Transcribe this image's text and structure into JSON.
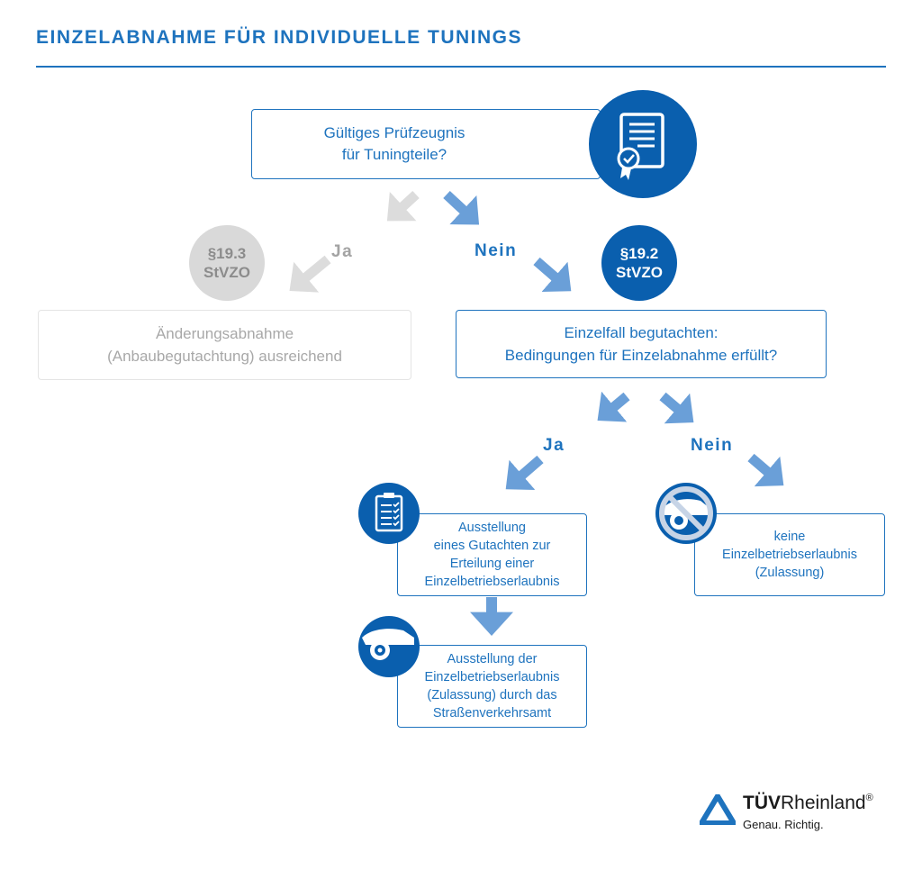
{
  "header": {
    "title": "EINZELABNAHME FÜR INDIVIDUELLE TUNINGS"
  },
  "colors": {
    "brand_blue": "#1e73be",
    "dark_blue": "#0a5fae",
    "arrow_blue": "#6a9fd8",
    "grey": "#d9d9d9",
    "grey_text": "#a8a8a8"
  },
  "question": {
    "line1": "Gültiges Prüfzeugnis",
    "line2": "für Tuningteile?",
    "icon": "certificate-icon"
  },
  "branch_left": {
    "label": "Ja",
    "badge_line1": "§19.3",
    "badge_line2": "StVZO",
    "box_line1": "Änderungsabnahme",
    "box_line2": "(Anbaubegutachtung) ausreichend"
  },
  "branch_right": {
    "label": "Nein",
    "badge_line1": "§19.2",
    "badge_line2": "StVZO",
    "box_line1": "Einzelfall begutachten:",
    "box_line2": "Bedingungen für Einzelabnahme erfüllt?"
  },
  "sub_branch_yes": {
    "label": "Ja",
    "box1": [
      "Ausstellung",
      "eines Gutachten zur",
      "Erteilung einer",
      "Einzelbetriebserlaubnis"
    ],
    "box1_icon": "checklist-icon",
    "box2": [
      "Ausstellung der",
      "Einzelbetriebserlaubnis",
      "(Zulassung) durch das",
      "Straßenverkehrsamt"
    ],
    "box2_icon": "car-icon"
  },
  "sub_branch_no": {
    "label": "Nein",
    "box": [
      "keine",
      "Einzelbetriebserlaubnis",
      "(Zulassung)"
    ],
    "icon": "crossed-car-icon"
  },
  "logo": {
    "name_bold": "TÜV",
    "name_rest": "Rheinland",
    "registered": "®",
    "tagline": "Genau. Richtig."
  }
}
